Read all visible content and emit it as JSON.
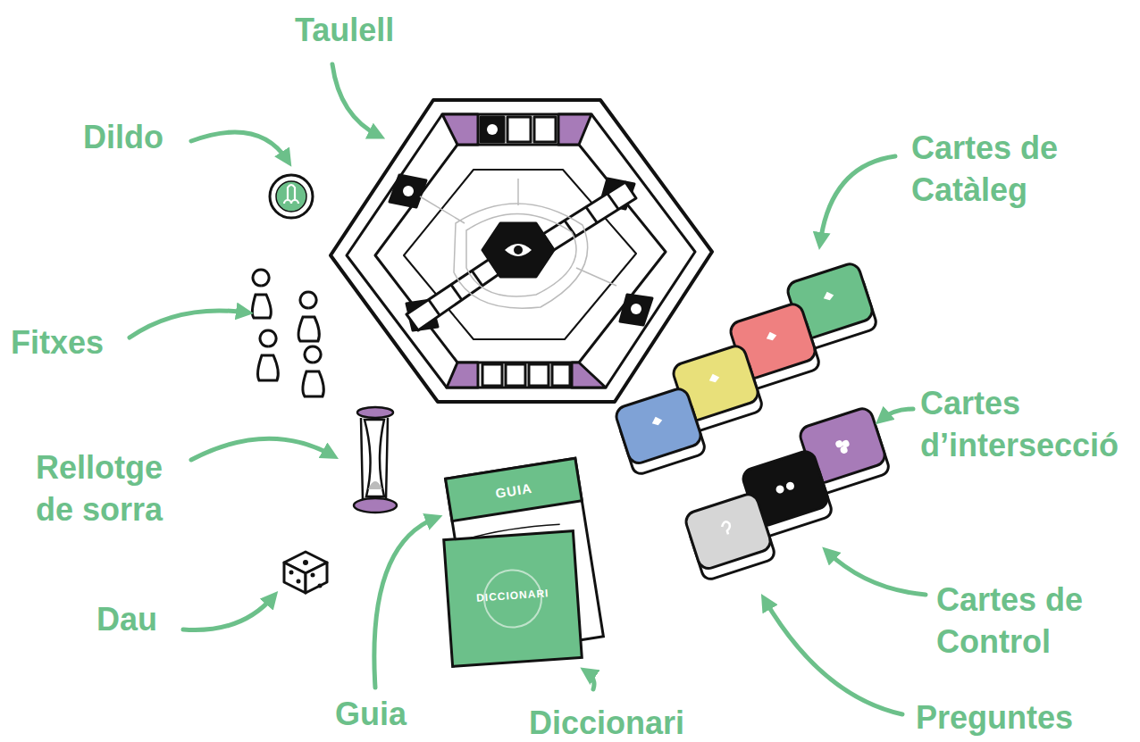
{
  "diagram": {
    "nodes": [
      {
        "text": [
          "GUIA"
        ]
      },
      {
        "text": [
          "DICCIONARI"
        ]
      }
    ],
    "labels": [
      "Taulell",
      "Dildo",
      "Cartes de Catàleg",
      "Fitxes",
      "Cartes d’intersecció",
      "Rellotge de sorra",
      "Dau",
      "Cartes de Control",
      "Guia",
      "Diccionari",
      "Preguntes"
    ]
  }
}
